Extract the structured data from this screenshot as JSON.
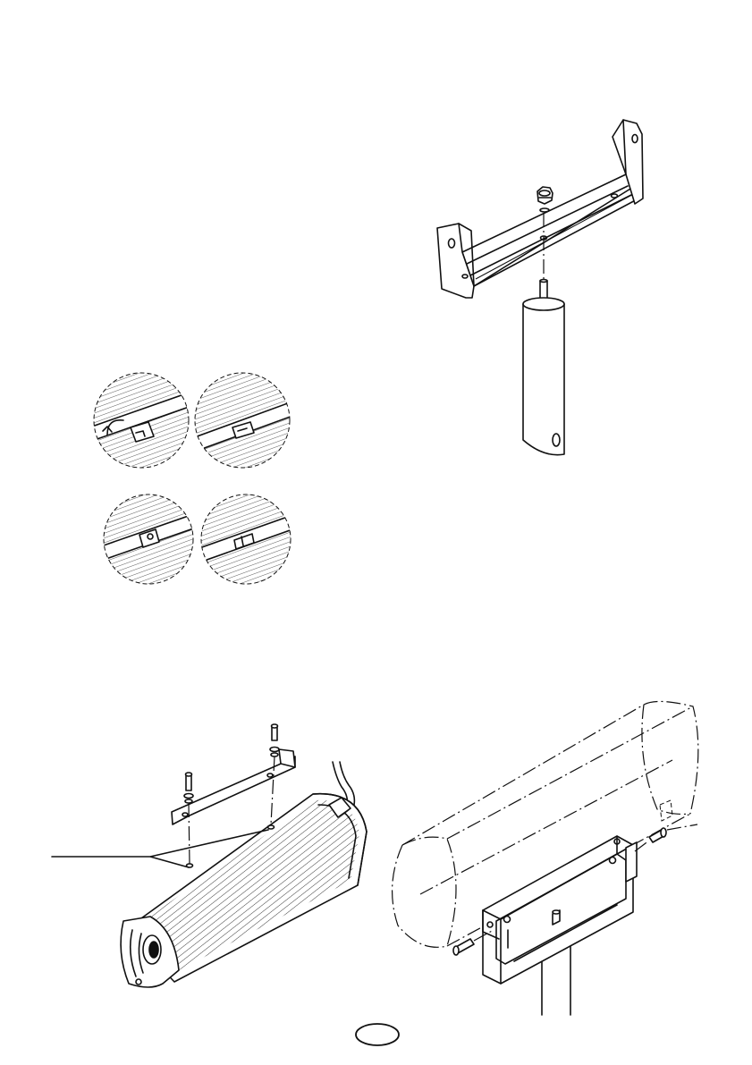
{
  "page": {
    "number_badge": ""
  },
  "figures": [
    {
      "name": "u-bracket-pole-mount"
    },
    {
      "name": "clip-detail-views"
    },
    {
      "name": "bracket-attachment-to-speaker"
    },
    {
      "name": "speaker-mounted-on-pole"
    }
  ]
}
